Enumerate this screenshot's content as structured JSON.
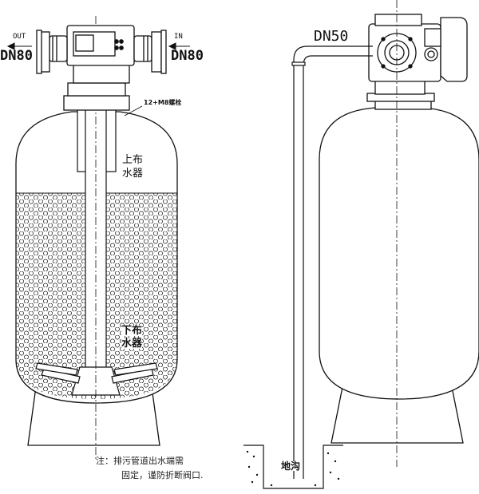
{
  "left_unit": {
    "out_label": "OUT",
    "in_label": "IN",
    "outlet_size": "DN80",
    "inlet_size": "DN80",
    "bolt_spec": "12+M8螺栓",
    "upper_distributor": [
      "上布",
      "水器"
    ],
    "lower_distributor": [
      "下布",
      "水器"
    ]
  },
  "right_unit": {
    "drain_size": "DN50",
    "drain_ditch": "地沟"
  },
  "note": {
    "line1": "注：排污管道出水端需",
    "line2": "固定，谨防折断阀口."
  },
  "colors": {
    "line": "#111111",
    "background": "#ffffff"
  }
}
